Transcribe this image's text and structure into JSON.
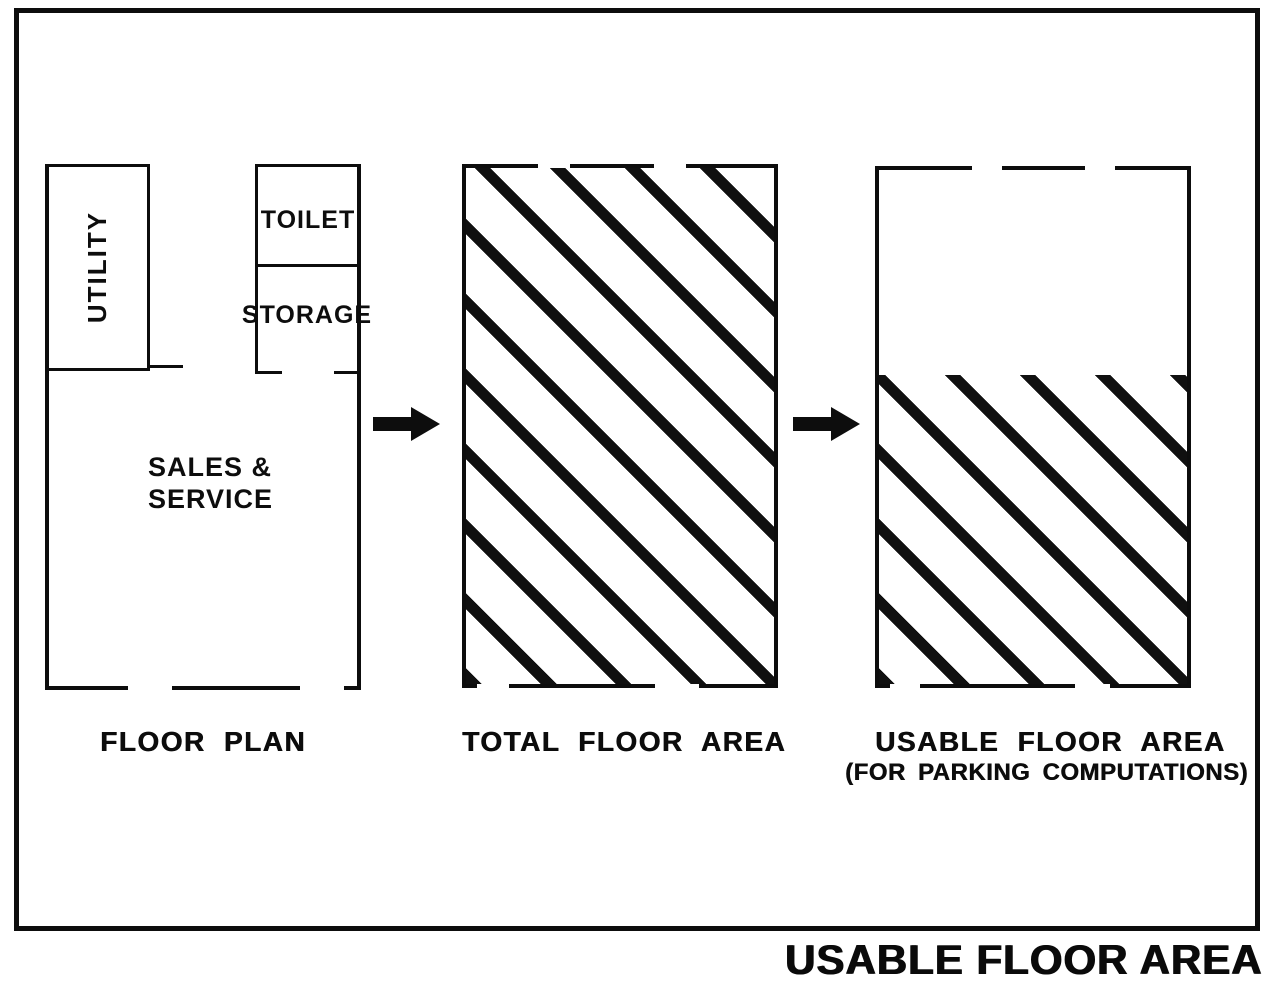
{
  "diagram": {
    "title": "USABLE FLOOR AREA",
    "panels": {
      "floor_plan": {
        "caption": "FLOOR PLAN",
        "rooms": {
          "utility": "UTILITY",
          "toilet": "TOILET",
          "storage": "STORAGE",
          "sales_service_line1": "SALES &",
          "sales_service_line2": "SERVICE"
        }
      },
      "total_floor_area": {
        "caption": "TOTAL FLOOR AREA"
      },
      "usable_floor_area": {
        "caption_line1": "USABLE FLOOR AREA",
        "caption_line2": "(FOR PARKING COMPUTATIONS)"
      }
    },
    "colors": {
      "ink": "#0d0d0d",
      "paper": "#ffffff"
    }
  }
}
